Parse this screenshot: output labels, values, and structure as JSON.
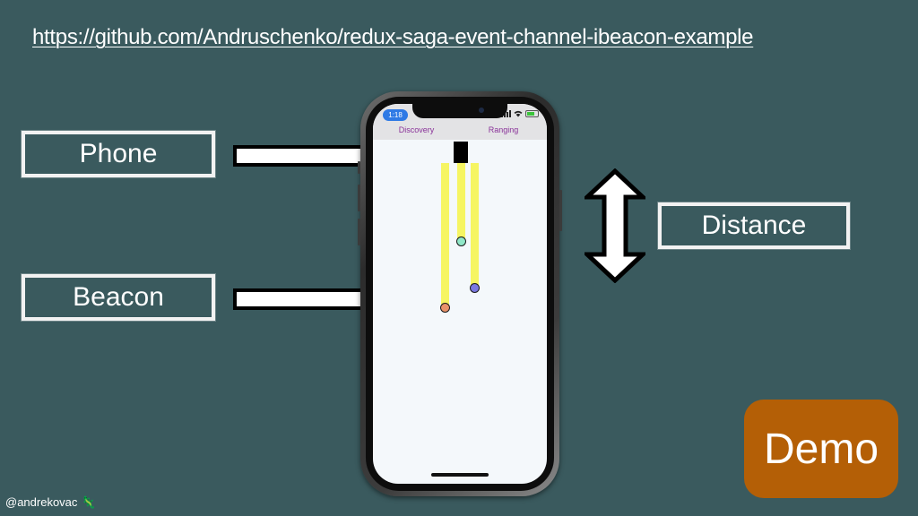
{
  "header": {
    "url": "https://github.com/Andruschenko/redux-saga-event-channel-ibeacon-example"
  },
  "labels": {
    "phone": "Phone",
    "beacon": "Beacon",
    "distance": "Distance"
  },
  "device": {
    "time": "1:18",
    "tabs": [
      "Discovery",
      "Ranging"
    ]
  },
  "badge": {
    "demo": "Demo"
  },
  "footer": {
    "handle": "@andrekovac",
    "emoji": "🦎"
  },
  "colors": {
    "background": "#3a5a5e",
    "demo_badge": "#b45f06",
    "range_bar": "#f6f562",
    "beacon_orange": "#e8926a",
    "beacon_green": "#90e8c8",
    "beacon_purple": "#7a78e0",
    "tab_text": "#8a3399"
  },
  "icons": [
    "arrow-right-icon",
    "double-arrow-vertical-icon",
    "signal-icon",
    "wifi-icon",
    "battery-icon",
    "lizard-emoji-icon"
  ]
}
